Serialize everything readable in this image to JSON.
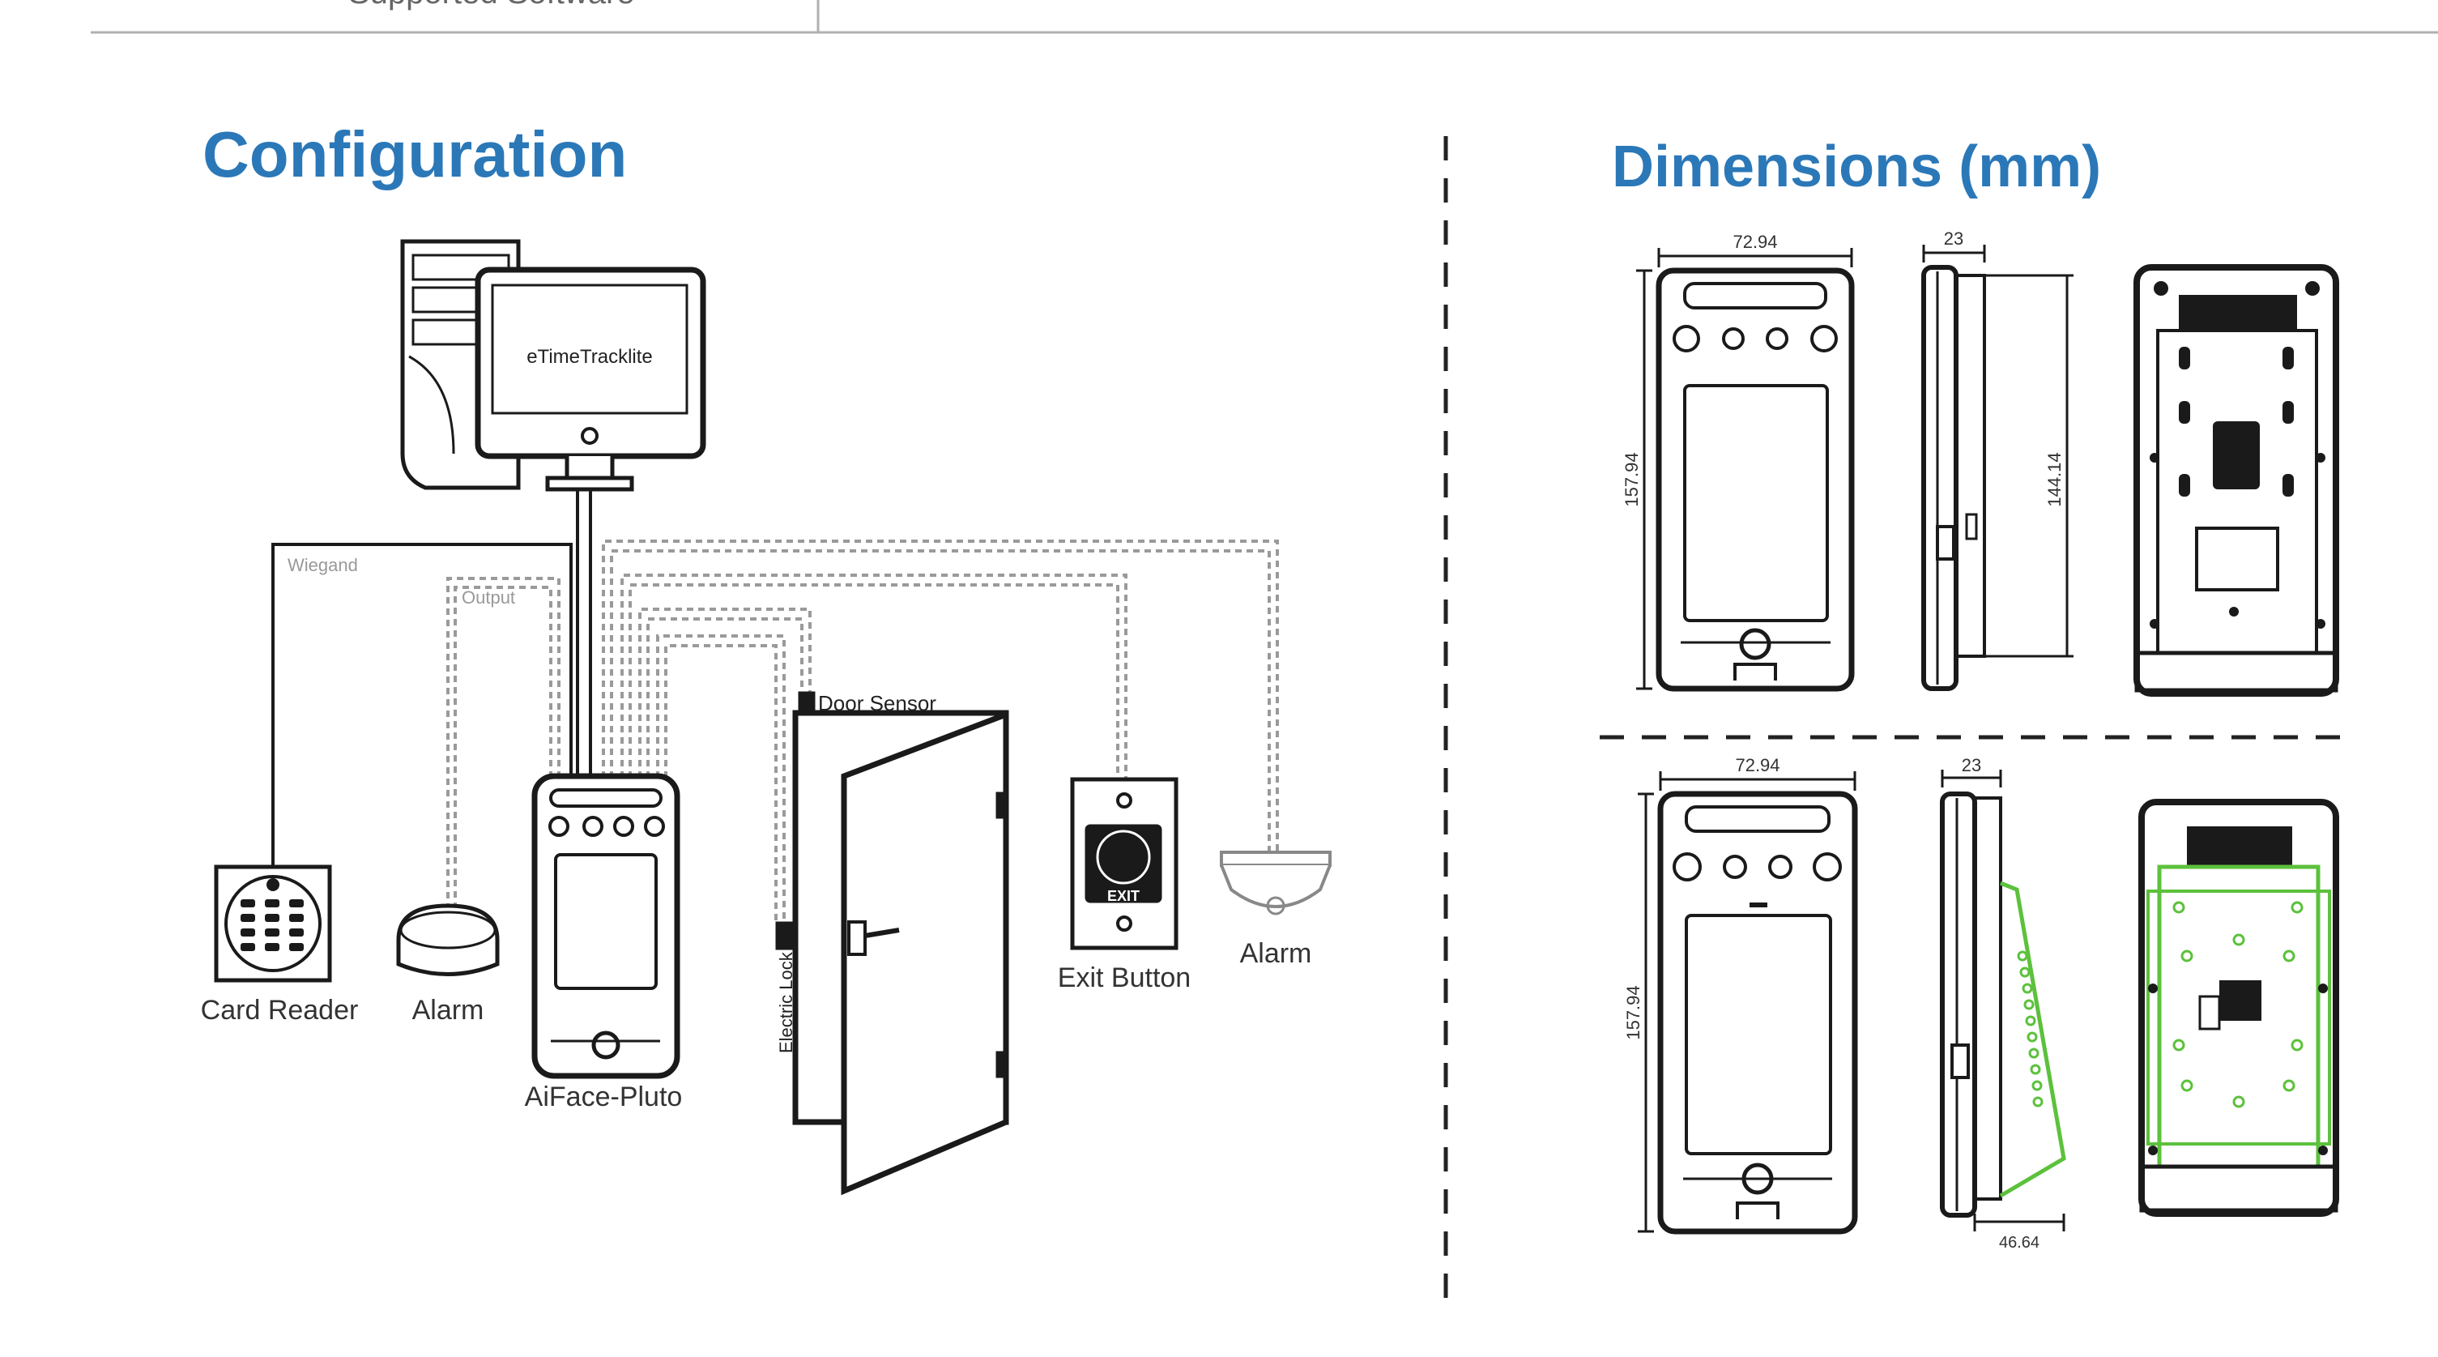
{
  "header_fragment": {
    "left_text": "Supported Software",
    "right_text": ""
  },
  "configuration": {
    "title": "Configuration",
    "monitor_text": "eTimeTracklite",
    "wire_labels": {
      "wiegand": "Wiegand",
      "output": "Output",
      "door_sensor": "Door Sensor",
      "electric_lock": "Electric Lock"
    },
    "devices": {
      "card_reader": "Card Reader",
      "alarm_left": "Alarm",
      "aiface": "AiFace-Pluto",
      "exit_button": "Exit Button",
      "exit_text": "EXIT",
      "alarm_right": "Alarm"
    }
  },
  "dimensions": {
    "title": "Dimensions (mm)",
    "top": {
      "width": "72.94",
      "depth": "23",
      "height": "157.94",
      "inner_height": "144.14"
    },
    "bottom": {
      "width": "72.94",
      "depth": "23",
      "height": "157.94",
      "bracket_depth": "46.64"
    }
  },
  "colors": {
    "heading": "#2b78b8",
    "line": "#1a1a1a",
    "dashed": "#9a9a9a",
    "bracket_green": "#5cc13c"
  }
}
